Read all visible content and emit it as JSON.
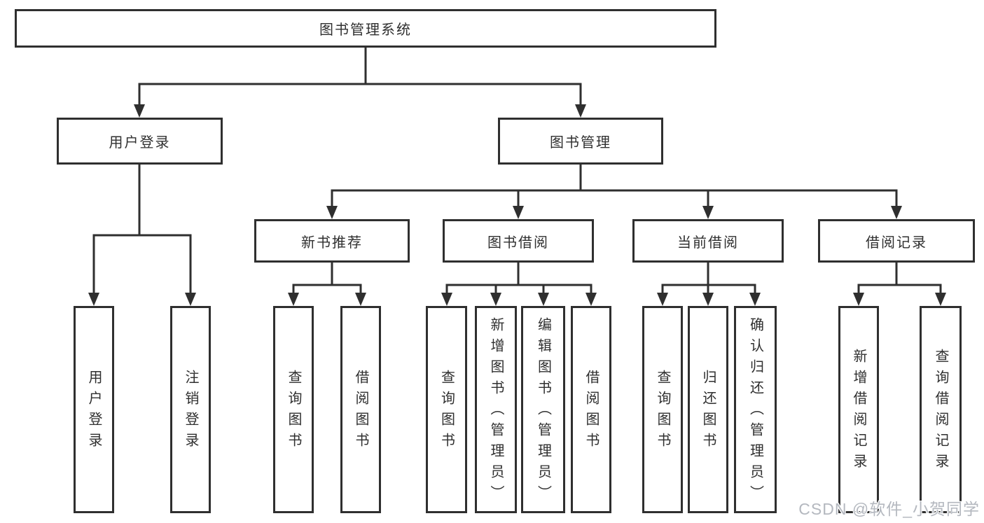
{
  "root": {
    "label": "图书管理系统"
  },
  "user_login": {
    "label": "用户登录",
    "children": [
      {
        "label": "用户登录"
      },
      {
        "label": "注销登录"
      }
    ]
  },
  "book_mgmt": {
    "label": "图书管理",
    "groups": [
      {
        "label": "新书推荐",
        "children": [
          {
            "label": "查询图书"
          },
          {
            "label": "借阅图书"
          }
        ]
      },
      {
        "label": "图书借阅",
        "children": [
          {
            "label": "查询图书"
          },
          {
            "label": "新增图书（管理员）"
          },
          {
            "label": "编辑图书（管理员）"
          },
          {
            "label": "借阅图书"
          }
        ]
      },
      {
        "label": "当前借阅",
        "children": [
          {
            "label": "查询图书"
          },
          {
            "label": "归还图书"
          },
          {
            "label": "确认归还（管理员）"
          }
        ]
      },
      {
        "label": "借阅记录",
        "children": [
          {
            "label": "新增借阅记录"
          },
          {
            "label": "查询借阅记录"
          }
        ]
      }
    ]
  },
  "watermark": {
    "text": "CSDN @软件_小贺同学"
  },
  "colors": {
    "line": "#2f2f2f",
    "box_border": "#2f2f2f",
    "box_fill": "#ffffff",
    "text": "#2f2f2f",
    "watermark": "#b4b8bf",
    "background": "#ffffff"
  }
}
